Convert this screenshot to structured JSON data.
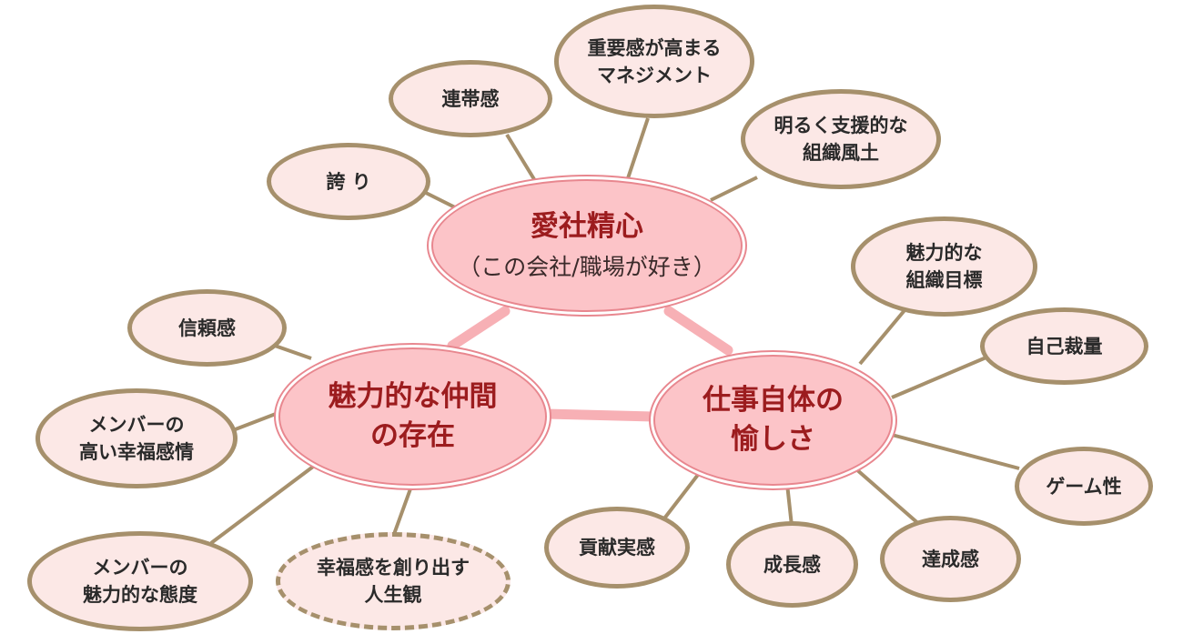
{
  "core_nodes": {
    "aishaseishin": {
      "title": "愛社精心",
      "subtitle": "（この会社/職場が好き）"
    },
    "nakama": {
      "line1": "魅力的な仲間",
      "line2": "の存在"
    },
    "shigoto": {
      "line1": "仕事自体の",
      "line2": "愉しさ"
    }
  },
  "aishaseishin_factors": [
    {
      "line1": "誇 り"
    },
    {
      "line1": "連帯感"
    },
    {
      "line1": "重要感が高まる",
      "line2": "マネジメント"
    },
    {
      "line1": "明るく支援的な",
      "line2": "組織風土"
    }
  ],
  "nakama_factors": [
    {
      "line1": "信頼感"
    },
    {
      "line1": "メンバーの",
      "line2": "高い幸福感情"
    },
    {
      "line1": "メンバーの",
      "line2": "魅力的な態度"
    },
    {
      "line1": "幸福感を創り出す",
      "line2": "人生観"
    }
  ],
  "shigoto_factors": [
    {
      "line1": "魅力的な",
      "line2": "組織目標"
    },
    {
      "line1": "自己裁量"
    },
    {
      "line1": "ゲーム性"
    },
    {
      "line1": "達成感"
    },
    {
      "line1": "成長感"
    },
    {
      "line1": "貢献実感"
    }
  ],
  "colors": {
    "core_fill": "#fcc4c8",
    "core_outline": "#e8878f",
    "core_text": "#9c1c1e",
    "factor_fill": "#fce8e6",
    "factor_outline": "#a6906c",
    "core_link": "#f7b0b5",
    "factor_link": "#a6906c"
  }
}
